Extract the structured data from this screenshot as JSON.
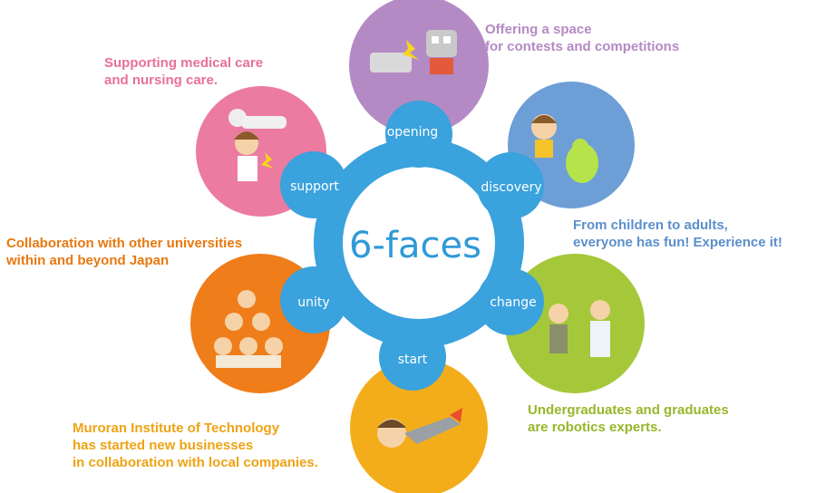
{
  "center_title": "6-faces",
  "nodes": [
    {
      "key": "opening",
      "label": "opening",
      "color": "#b48ac4",
      "caption": [
        "Offering a space",
        "for contests and competitions"
      ],
      "caption_color": "#b48ac4"
    },
    {
      "key": "discovery",
      "label": "discovery",
      "color": "#6d9fd6",
      "caption": [
        "From children to adults,",
        "everyone has fun! Experience it!"
      ],
      "caption_color": "#5b8fcb"
    },
    {
      "key": "change",
      "label": "change",
      "color": "#a5c83a",
      "caption": [
        "Undergraduates and graduates",
        "are robotics experts."
      ],
      "caption_color": "#9ab62a"
    },
    {
      "key": "start",
      "label": "start",
      "color": "#f4ad1a",
      "caption": [
        "Muroran Institute of Technology",
        "has started new businesses",
        "in collaboration with local companies."
      ],
      "caption_color": "#eea314"
    },
    {
      "key": "unity",
      "label": "unity",
      "color": "#ef7d1a",
      "caption": [
        "Collaboration with other universities",
        "within and beyond Japan"
      ],
      "caption_color": "#e8780f"
    },
    {
      "key": "support",
      "label": "support",
      "color": "#ec7ba1",
      "caption": [
        "Supporting medical care",
        "and nursing care."
      ],
      "caption_color": "#e8709a"
    }
  ],
  "ring_color": "#3aa2dd"
}
